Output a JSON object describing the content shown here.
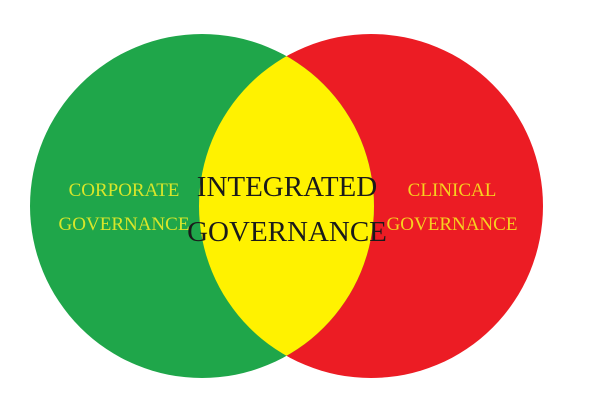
{
  "diagram": {
    "type": "venn",
    "left_set": {
      "line1": "CORPORATE",
      "line2": "GOVERNANCE",
      "fill": "#1fa64a",
      "text_color": "#d8e62a"
    },
    "right_set": {
      "line1": "CLINICAL",
      "line2": "GOVERNANCE",
      "fill": "#ec1c24",
      "text_color": "#f6d21f"
    },
    "intersection": {
      "line1": "INTEGRATED",
      "line2": "GOVERNANCE",
      "fill": "#fff200",
      "text_color": "#1a1a1a"
    }
  }
}
